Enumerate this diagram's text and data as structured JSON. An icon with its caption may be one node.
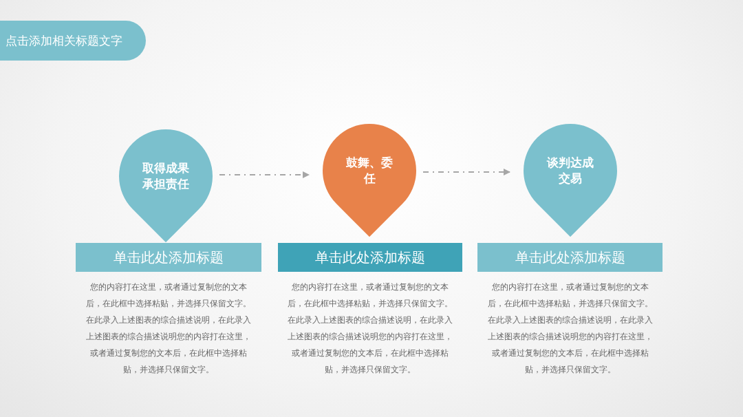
{
  "diagram": {
    "nodes": [
      {
        "text": [
          "点击添加相关标题文字"
        ]
      },
      {
        "text": [
          "取得成果承担责任"
        ]
      },
      {
        "text": [
          "鼓舞、委任"
        ]
      },
      {
        "text": [
          "谈判达成交易"
        ]
      },
      {
        "text": [
          "单击此处添加标题"
        ],
        "beside": [
          "您的内容打在这里，或者通过复制您的文本后，在此框中选择粘贴，并选择只保留文字。在此录入上述图表的综合描述说明，在此录入上述图表的综合描述说明您的内容打在这里，或者通过复制您的文本后，在此框中选择粘贴，并选择只保留文字。"
        ]
      },
      {
        "text": [
          "单击此处添加标题"
        ],
        "beside": [
          "您的内容打在这里，或者通过复制您的文本后，在此框中选择粘贴，并选择只保留文字。在此录入上述图表的综合描述说明，在此录入上述图表的综合描述说明您的内容打在这里，或者通过复制您的文本后，在此框中选择粘贴，并选择只保留文字。"
        ]
      },
      {
        "text": [
          "单击此处添加标题"
        ],
        "beside": [
          "您的内容打在这里，或者通过复制您的文本后，在此框中选择粘贴，并选择只保留文字。在此录入上述图表的综合描述说明，在此录入上述图表的综合描述说明您的内容打在这里，或者通过复制您的文本后，在此框中选择粘贴，并选择只保留文字。"
        ]
      }
    ],
    "edges": [
      {
        "from": 1,
        "to": 2,
        "arrow": "to",
        "style": "dashed"
      },
      {
        "from": 2,
        "to": 3,
        "arrow": "to",
        "style": "dashed"
      }
    ]
  }
}
